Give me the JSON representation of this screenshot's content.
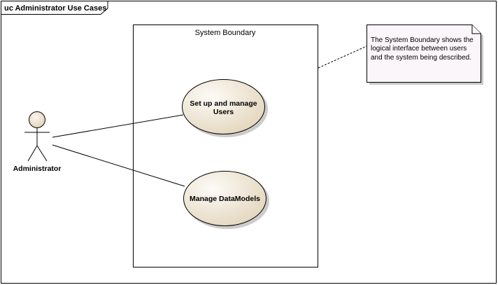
{
  "diagram": {
    "frame_label": "uc Administrator Use Cases",
    "boundary_label": "System Boundary",
    "actor": {
      "name": "Administrator"
    },
    "use_cases": [
      {
        "line1": "Set up and manage",
        "line2": "Users"
      },
      {
        "line1": "Manage DataModels",
        "line2": ""
      }
    ],
    "note": {
      "line1": "The System Boundary shows the",
      "line2": "logical interface between users",
      "line3": "and the system being described."
    },
    "colors": {
      "use_case_fill_light": "#fbf7f1",
      "use_case_fill_dark": "#e6dac4",
      "actor_head_fill": "#f1e8da",
      "note_fill": "#fbf6f9",
      "note_shadow": "#8a8a8a",
      "line": "#000000"
    }
  }
}
